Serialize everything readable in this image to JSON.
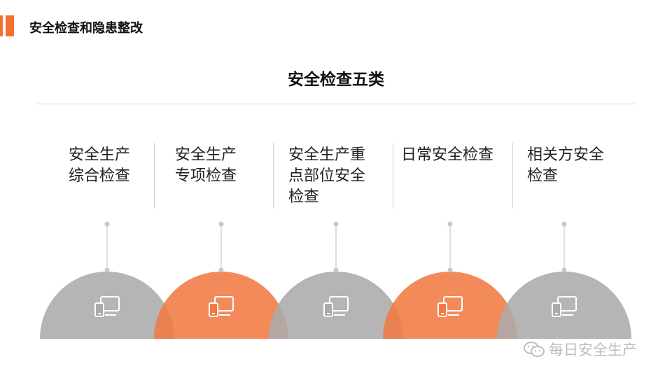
{
  "header": {
    "title": "安全检查和隐患整改",
    "accent_color": "#f07030"
  },
  "main": {
    "title": "安全检查五类"
  },
  "categories": [
    {
      "label": "安全生产\n综合检查",
      "color": "#ababab",
      "icon": "devices-icon"
    },
    {
      "label": "安全生产\n专项检查",
      "color": "#f07a42",
      "icon": "devices-icon"
    },
    {
      "label": "安全生产重\n点部位安全\n检查",
      "color": "#ababab",
      "icon": "devices-icon"
    },
    {
      "label": "日常安全检查",
      "color": "#f07a42",
      "icon": "devices-icon"
    },
    {
      "label": "相关方安全\n检查",
      "color": "#ababab",
      "icon": "devices-icon"
    }
  ],
  "watermark": {
    "text": "每日安全生产",
    "icon": "wechat-icon"
  }
}
